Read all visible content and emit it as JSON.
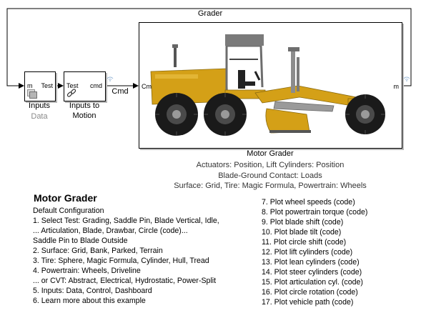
{
  "diagram": {
    "feedback_signal_label": "Grader",
    "inputs_block": {
      "port_in": "m",
      "port_out": "Test",
      "name": "Inputs",
      "subname": "Data"
    },
    "motion_block": {
      "port_in": "Test",
      "port_out": "cmd",
      "name_line1": "Inputs to",
      "name_line2": "Motion"
    },
    "cmd_signal_label": "Cmd",
    "grader_block": {
      "port_in": "Cmd",
      "port_out": "m",
      "name": "Motor Grader",
      "desc_line1": "Actuators: Position,  Lift Cylinders: Position",
      "desc_line2": "Blade-Ground Contact: Loads",
      "desc_line3": "Surface: Grid, Tire: Magic Formula, Powertrain: Wheels"
    }
  },
  "doc": {
    "title": "Motor Grader",
    "left_lines": [
      "Default Configuration",
      "1. Select Test: Grading, Saddle Pin, Blade Vertical, Idle,",
      "...                    Articulation, Blade, Drawbar, Circle (code)...",
      "Saddle Pin to Blade Outside",
      "2. Surface: Grid, Bank, Parked, Terrain",
      "3. Tire: Sphere, Magic Formula, Cylinder, Hull, Tread",
      "4. Powertrain: Wheels, Driveline",
      "...     or CVT: Abstract, Electrical, Hydrostatic, Power-Split",
      "5. Inputs: Data, Control, Dashboard",
      "6. Learn more about this example"
    ],
    "right_lines": [
      "7.   Plot wheel speeds  (code)",
      "8.   Plot powertrain torque (code)",
      "9.   Plot blade shift (code)",
      "10. Plot blade tilt (code)",
      "11. Plot circle shift (code)",
      "12. Plot lift cylinders (code)",
      "13. Plot lean cylinders (code)",
      "14. Plot steer cylinders (code)",
      "15. Plot articulation cyl. (code)",
      "16. Plot circle rotation (code)",
      "17. Plot vehicle path (code)"
    ]
  },
  "colors": {
    "grader_body": "#d4a017",
    "wheel": "#1a1a1a",
    "frame_grey": "#7a7a7a",
    "wireless": "#9ab8d8"
  }
}
